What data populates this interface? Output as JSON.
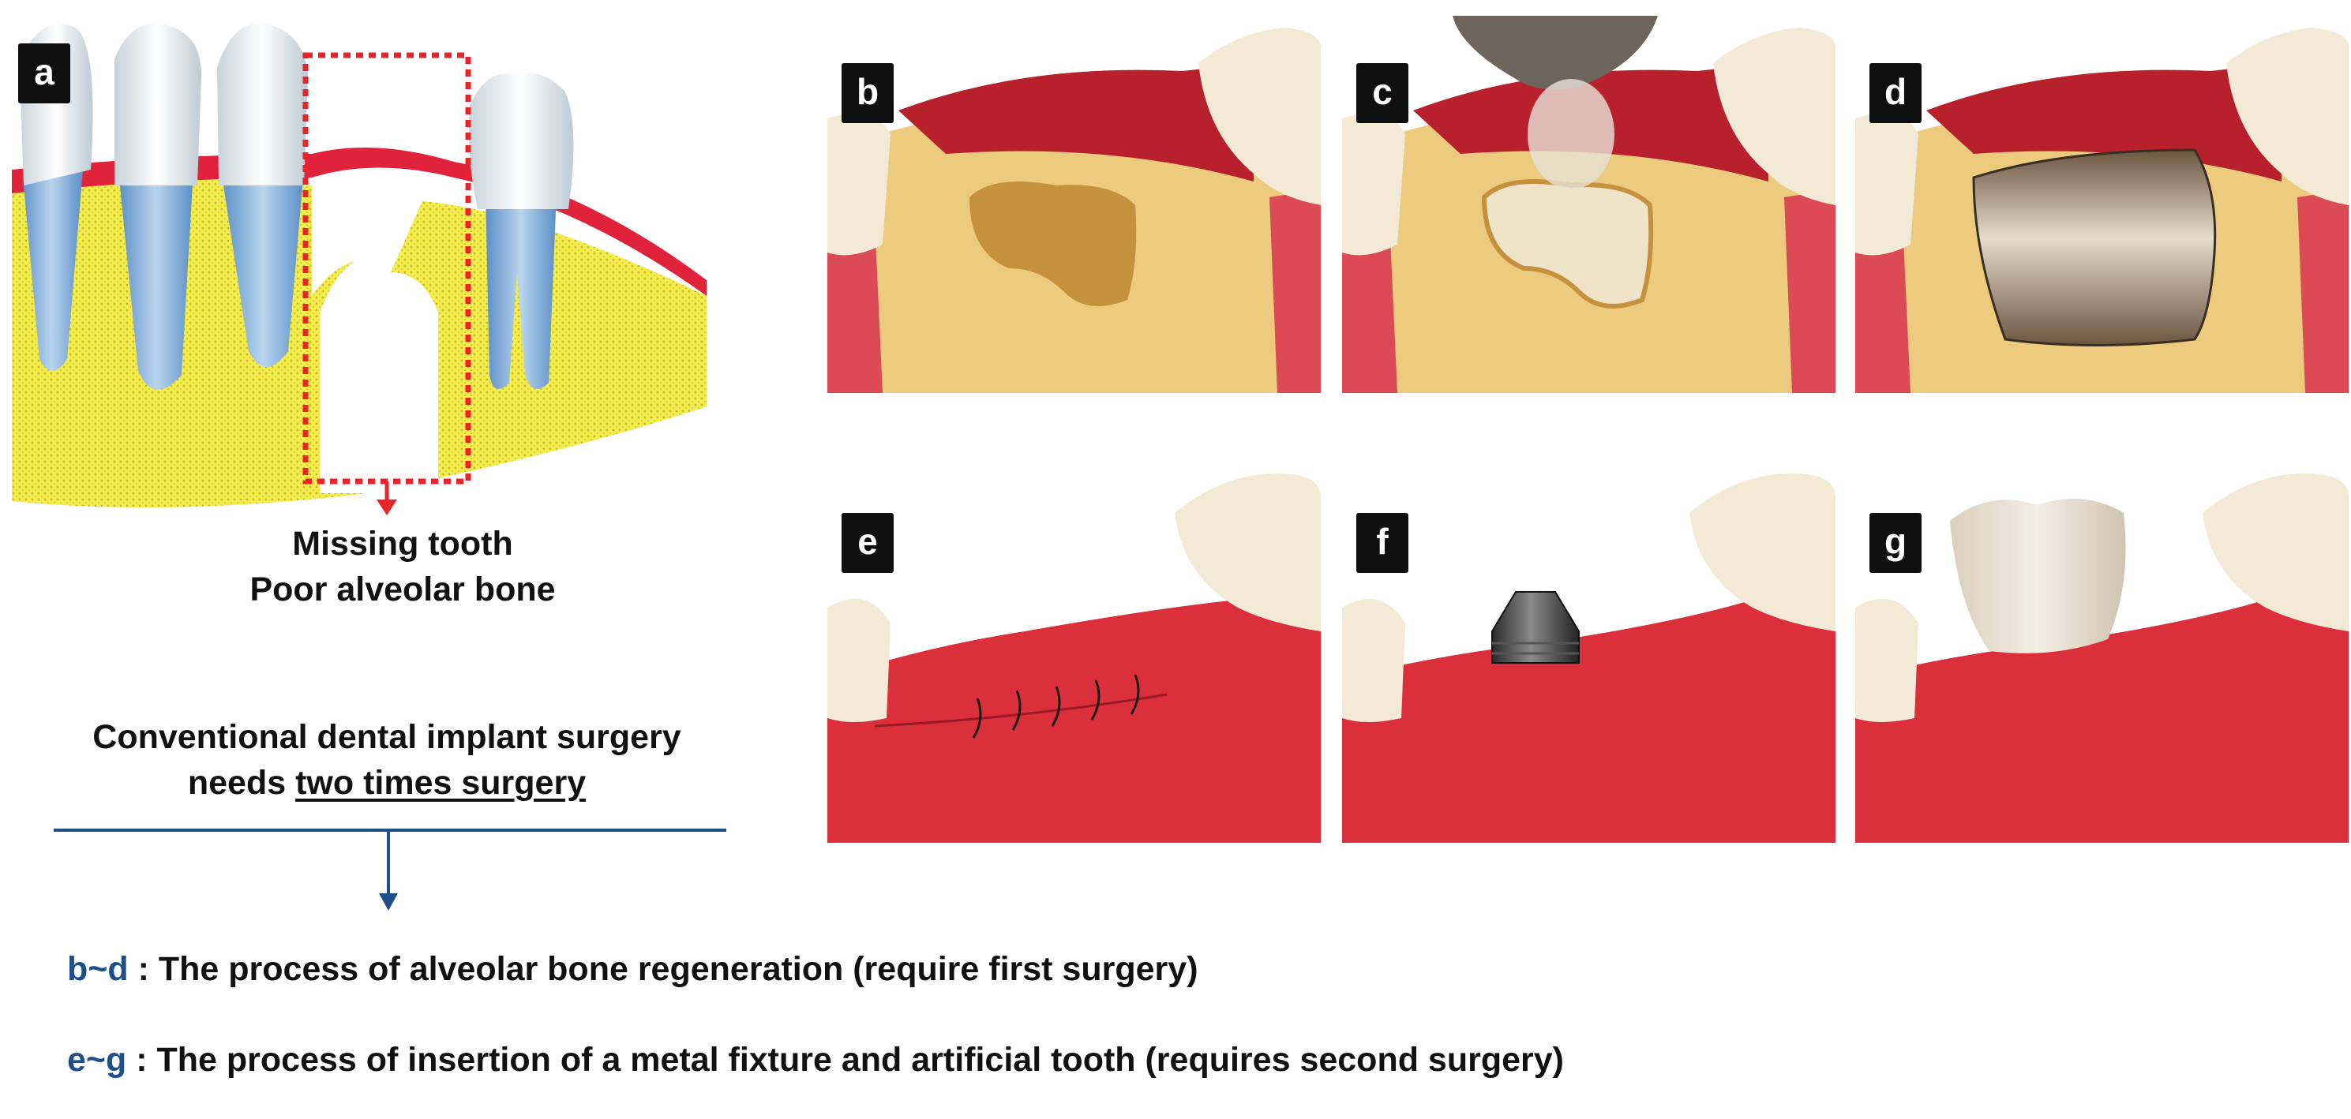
{
  "colors": {
    "bone": "#eacb7b",
    "gum": "#d9303f",
    "tooth": "#f1e6cf",
    "root": "#8fb7df",
    "highlight_box": "#e8242a",
    "navy_line": "#1f4f8a",
    "graft": "#6b5540",
    "abutment": "#3a3a3a"
  },
  "panels": [
    {
      "label": "a"
    },
    {
      "label": "b"
    },
    {
      "label": "c"
    },
    {
      "label": "d"
    },
    {
      "label": "e"
    },
    {
      "label": "f"
    },
    {
      "label": "g"
    }
  ],
  "panel_a_caption": {
    "line1": "Missing tooth",
    "line2": "Poor alveolar bone"
  },
  "conventional": {
    "line1": "Conventional dental implant surgery",
    "line2_prefix": "needs ",
    "line2_underlined": "two times surgery"
  },
  "legend": [
    {
      "key": "b~d",
      "text": " : The process of alveolar bone regeneration (require first surgery)"
    },
    {
      "key": "e~g",
      "text": " : The process of insertion of a metal fixture and artificial tooth (requires second surgery)"
    }
  ]
}
